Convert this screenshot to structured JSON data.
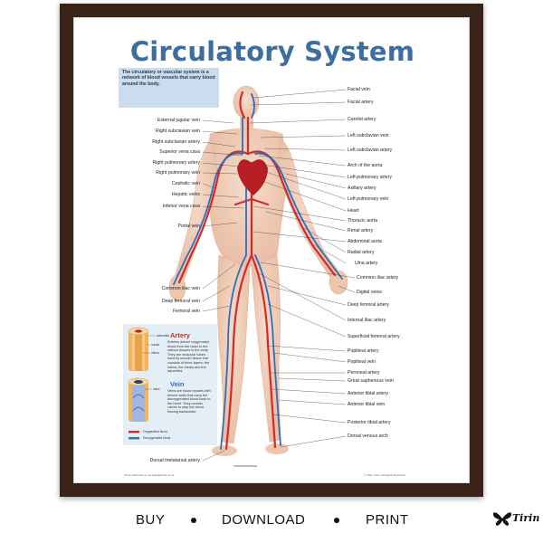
{
  "poster": {
    "title": "Circulatory System",
    "intro": "The circulatory or vascular system is a network of blood vessels that carry blood around the body.",
    "labels_left": [
      "External jugular vein",
      "Right subclavian vein",
      "Right subclavian artery",
      "Superior vena cava",
      "Right pulmonary artery",
      "Right pulmonary vein",
      "Cephalic vein",
      "Hepatic veins",
      "Inferior vena cava",
      "Portal vein",
      "Common iliac vein",
      "Deep femoral vein",
      "Femoral vein",
      "Dorsal metatarsal artery"
    ],
    "labels_right": [
      "Facial vein",
      "Facial artery",
      "Carotid artery",
      "Left subclavian vein",
      "Left subclavian artery",
      "Arch of the aorta",
      "Left pulmonary artery",
      "Axillary artery",
      "Left pulmonary vein",
      "Heart",
      "Thoracic aorta",
      "Renal artery",
      "Abdominal aorta",
      "Radial artery",
      "Ulna artery",
      "Common iliac artery",
      "Digital veins",
      "Deep femoral artery",
      "Internal iliac artery",
      "Superficial femoral artery",
      "Popliteal artery",
      "Popliteal vein",
      "Peroneal artery",
      "Great saphenous vein",
      "Anterior tibial artery",
      "Anterior tibial vein",
      "Posterior tibial artery",
      "Dorsal venous arch"
    ],
    "legend": {
      "artery_heading": "Artery",
      "artery_text": "Arteries deliver oxygenated blood from the heart to the various tissues in the body. They are muscular tubes lined by smooth tissue that consists of three layers: the intima, the media and the adventitia.",
      "artery_parts": [
        "adventitia",
        "media",
        "intima"
      ],
      "vein_heading": "Vein",
      "vein_text": "Veins are blood vessels with thinner walls that carry the deoxygenated blood back to the heart. They contain valves to stop the blood flowing backwards.",
      "vein_parts": [
        "valve"
      ],
      "key_oxygenated": "Oxygenated blood",
      "key_deoxygenated": "Deoxygenated blood"
    },
    "footer_left": "Tirina   www.tirina.co.za   sales@tirina.co.za",
    "footer_right": "© 2021 Tirina. All Rights Reserved."
  },
  "colors": {
    "title": "#3c6ea0",
    "artery": "#d42a2a",
    "vein": "#2a6fc4",
    "frame": "#3a2418",
    "intro_bg": "#c9ddee",
    "legend_bg": "#e4eef7"
  },
  "actions": {
    "buy": "BUY",
    "download": "DOWNLOAD",
    "print": "PRINT"
  },
  "brand": {
    "name": "Tirin",
    "icon": "butterfly-icon"
  }
}
